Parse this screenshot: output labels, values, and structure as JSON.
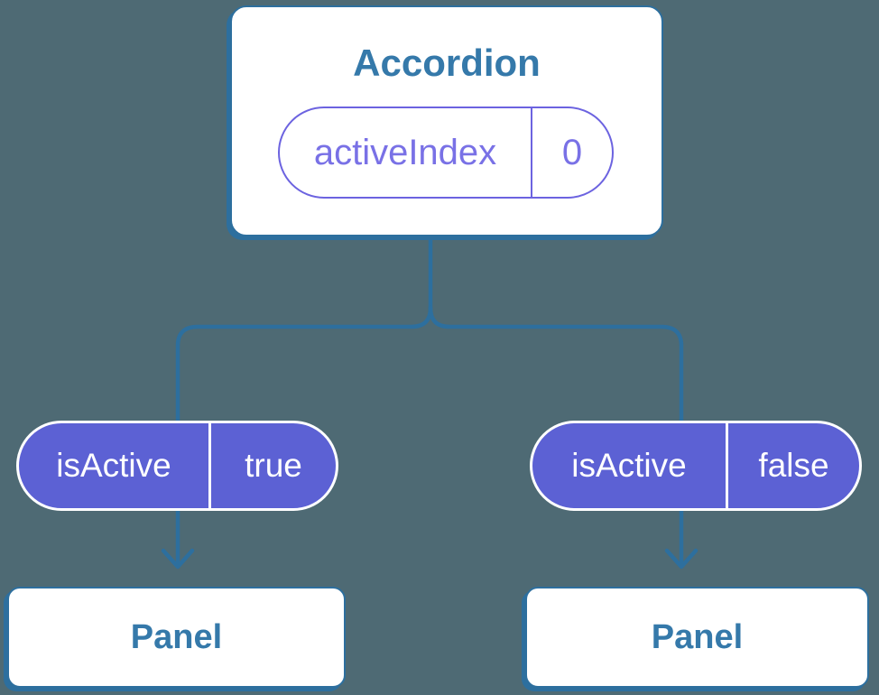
{
  "colors": {
    "background": "#4e6a74",
    "stroke": "#2d6f9e",
    "node_text": "#3579aa",
    "node_fill": "#ffffff",
    "pill_fill": "#5c61d4",
    "pill_text": "#7971e6",
    "pill_outline": "#6c63e0",
    "prop_text": "#ffffff"
  },
  "accordion": {
    "title": "Accordion",
    "state": {
      "name": "activeIndex",
      "value": "0"
    }
  },
  "branches": [
    {
      "prop": {
        "name": "isActive",
        "value": "true"
      },
      "panel_label": "Panel"
    },
    {
      "prop": {
        "name": "isActive",
        "value": "false"
      },
      "panel_label": "Panel"
    }
  ]
}
